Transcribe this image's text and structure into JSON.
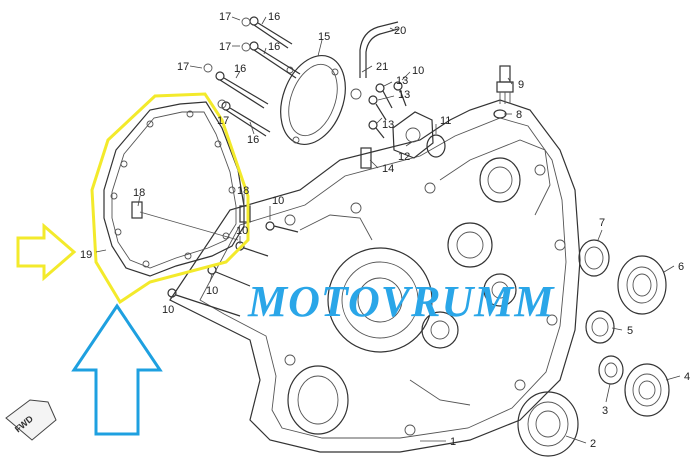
{
  "watermark": "MOTOVRUMM",
  "fwd_label": "FWD",
  "callouts": [
    "1",
    "2",
    "3",
    "4",
    "5",
    "6",
    "7",
    "8",
    "9",
    "10",
    "11",
    "12",
    "13",
    "14",
    "15",
    "16",
    "17",
    "18",
    "19",
    "20",
    "21"
  ],
  "highlight": {
    "part_number": "19",
    "color": "#f3ea2b"
  },
  "arrows": {
    "side_color": "#f3ea2b",
    "bottom_color": "#1ea0e0"
  }
}
